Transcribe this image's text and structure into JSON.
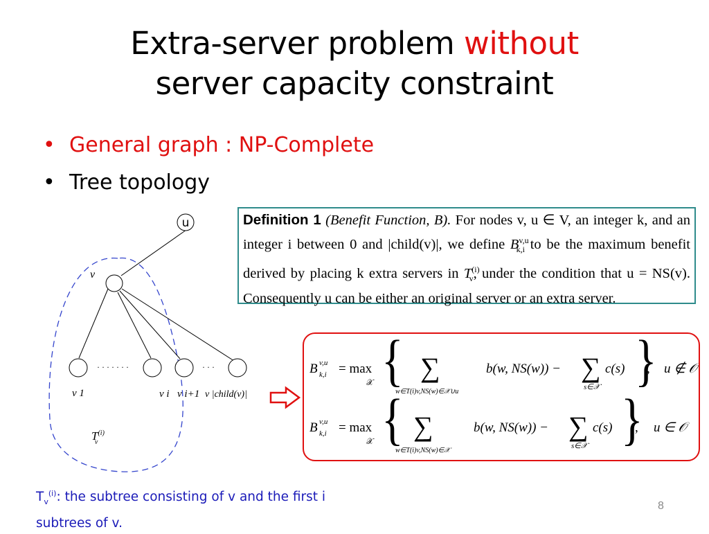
{
  "title": {
    "line1_pre": "Extra-server problem ",
    "line1_red": "without",
    "line2": "server capacity constraint"
  },
  "bullets": [
    {
      "text": "General graph : NP-Complete",
      "color": "#e01010"
    },
    {
      "text": "Tree topology",
      "color": "#000000"
    }
  ],
  "bullet_symbol": "•",
  "tree": {
    "root_label": "u",
    "node_v_label": "v",
    "child_labels": [
      "v 1",
      "v i",
      "v i+1",
      "v |child(v)|"
    ],
    "dots_left": "· · · · · · ·",
    "dots_right": "· · ·",
    "subtree_label": "T",
    "subtree_sup": "(i)",
    "subtree_sub": "v"
  },
  "definition": {
    "heading": "Definition 1",
    "paren": "(Benefit Function, B).",
    "text1": " For nodes v, u ∈ V, an integer k, and an integer i between 0 and |child(v)|, we define ",
    "symbol": "B",
    "symbol_sup": "v,u",
    "symbol_sub": "k,i",
    "text2": " to be the maximum benefit derived by placing k extra servers in ",
    "tv": "T",
    "tv_sup": "(i)",
    "tv_sub": "v",
    "text3": ", under the condition that u = NS(v). Consequently u can be either an original server or an extra server."
  },
  "formula": {
    "lhs": "B",
    "lhs_sup": "v,u",
    "lhs_sub": "k,i",
    "max": "= max",
    "max_sub": "𝒳",
    "sum_term": "b(w, NS(w)) −",
    "cost_term": "c(s)",
    "cost_sub": "s∈𝒳",
    "row1_sum_sub": "w∈T(i)v,NS(w)∈𝒳∪u",
    "row1_cond": "u ∉ 𝒪",
    "row2_sum_sub": "w∈T(i)v,NS(w)∈𝒳",
    "row2_cond": "u ∈ 𝒪"
  },
  "caption": {
    "t": "T",
    "sub": "v",
    "sup": "(i)",
    "text": ": the subtree consisting of v and the first i subtrees of v."
  },
  "page_number": "8",
  "colors": {
    "accent_red": "#e01010",
    "teal_border": "#2e8b8b",
    "caption_blue": "#1a1ab8",
    "dashed_blue": "#3344cc"
  }
}
